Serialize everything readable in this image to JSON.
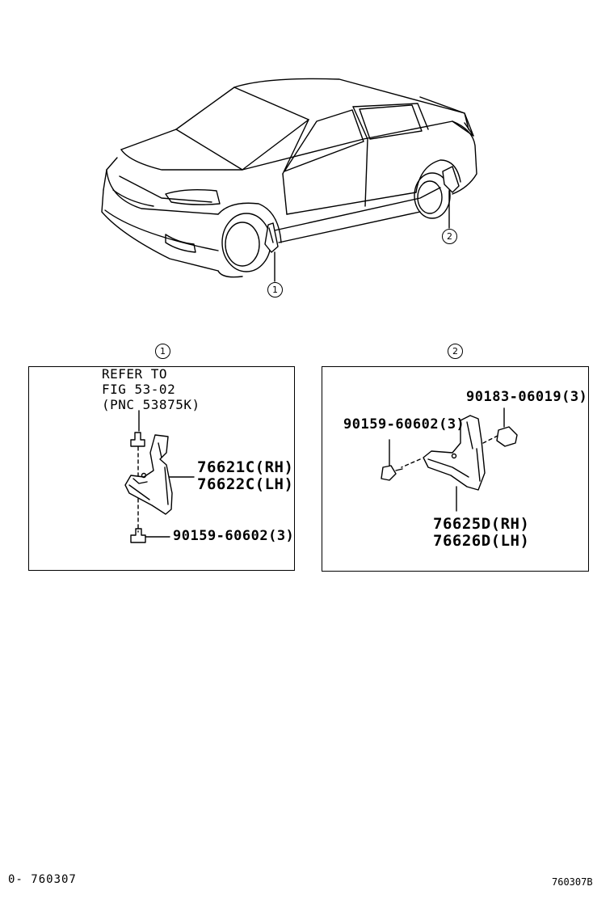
{
  "callouts": {
    "front": "1",
    "rear": "2"
  },
  "panel_front": {
    "refer_lines": [
      "REFER TO",
      "FIG 53-02",
      "(PNC 53875K)"
    ],
    "mudguard_rh": "76621C(RH)",
    "mudguard_lh": "76622C(LH)",
    "screw": "90159-60602(3)"
  },
  "panel_rear": {
    "clip": "90183-06019(3)",
    "screw": "90159-60602(3)",
    "mudguard_rh": "76625D(RH)",
    "mudguard_lh": "76626D(LH)"
  },
  "footer": {
    "left_code": "0- 760307",
    "right_code": "760307B"
  }
}
